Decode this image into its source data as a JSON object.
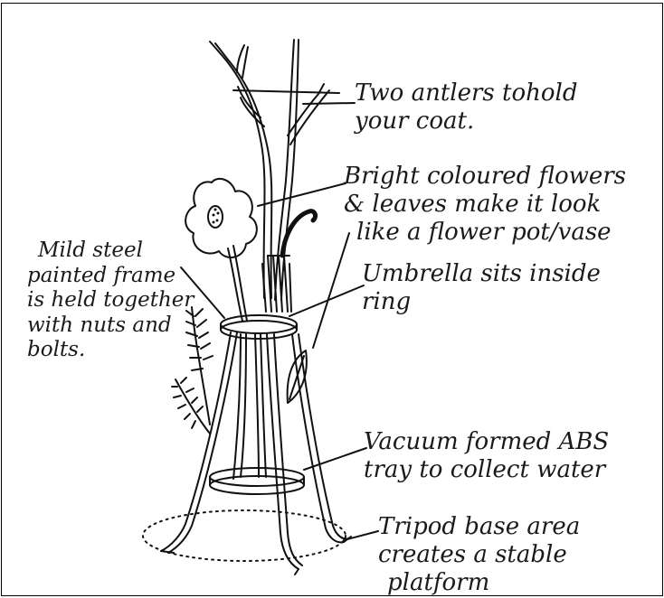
{
  "colors": {
    "ink": "#111111",
    "paper": "#ffffff"
  },
  "annotations": {
    "antlers": {
      "line1": "Two antlers tohold",
      "line2": "your coat."
    },
    "flowers": {
      "line1": "Bright coloured flowers",
      "line2": "& leaves make it look",
      "line3": "like a flower pot/vase"
    },
    "frame": {
      "line1": "Mild steel",
      "line2": "painted frame",
      "line3": "is held together",
      "line4": "with nuts and",
      "line5": "bolts."
    },
    "umbrella": {
      "line1": "Umbrella sits inside",
      "line2": "ring"
    },
    "tray": {
      "line1": "Vacuum formed ABS",
      "line2": "tray to collect water"
    },
    "tripod": {
      "line1": "Tripod base area",
      "line2": "creates a stable",
      "line3": "platform"
    }
  }
}
